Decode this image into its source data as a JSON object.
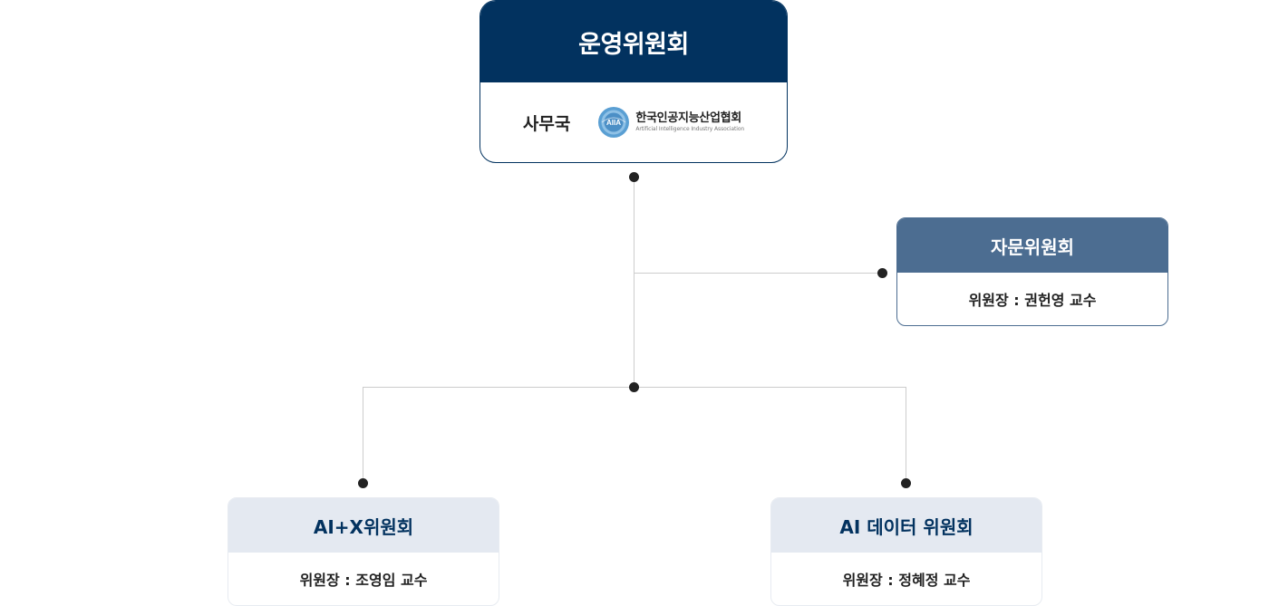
{
  "steering_committee": {
    "title": "운영위원회",
    "secretariat_label": "사무국",
    "association": {
      "logo_text": "AIIA",
      "name_ko": "한국인공지능산업협회",
      "name_en": "Artificial Intelligence Industry Association"
    }
  },
  "advisory_committee": {
    "title": "자문위원회",
    "chair": "위원장 : 권헌영 교수"
  },
  "sub_committees": [
    {
      "title": "AI+X위원회",
      "chair": "위원장 : 조영임 교수"
    },
    {
      "title": "AI 데이터 위원회",
      "chair": "위원장 : 정혜정 교수"
    }
  ],
  "colors": {
    "primary_navy": "#02325f",
    "advisory_blue": "#4c6d91",
    "sub_header_bg": "#e4e9f1",
    "connector_line": "#cccccc",
    "node_dot": "#222222"
  }
}
